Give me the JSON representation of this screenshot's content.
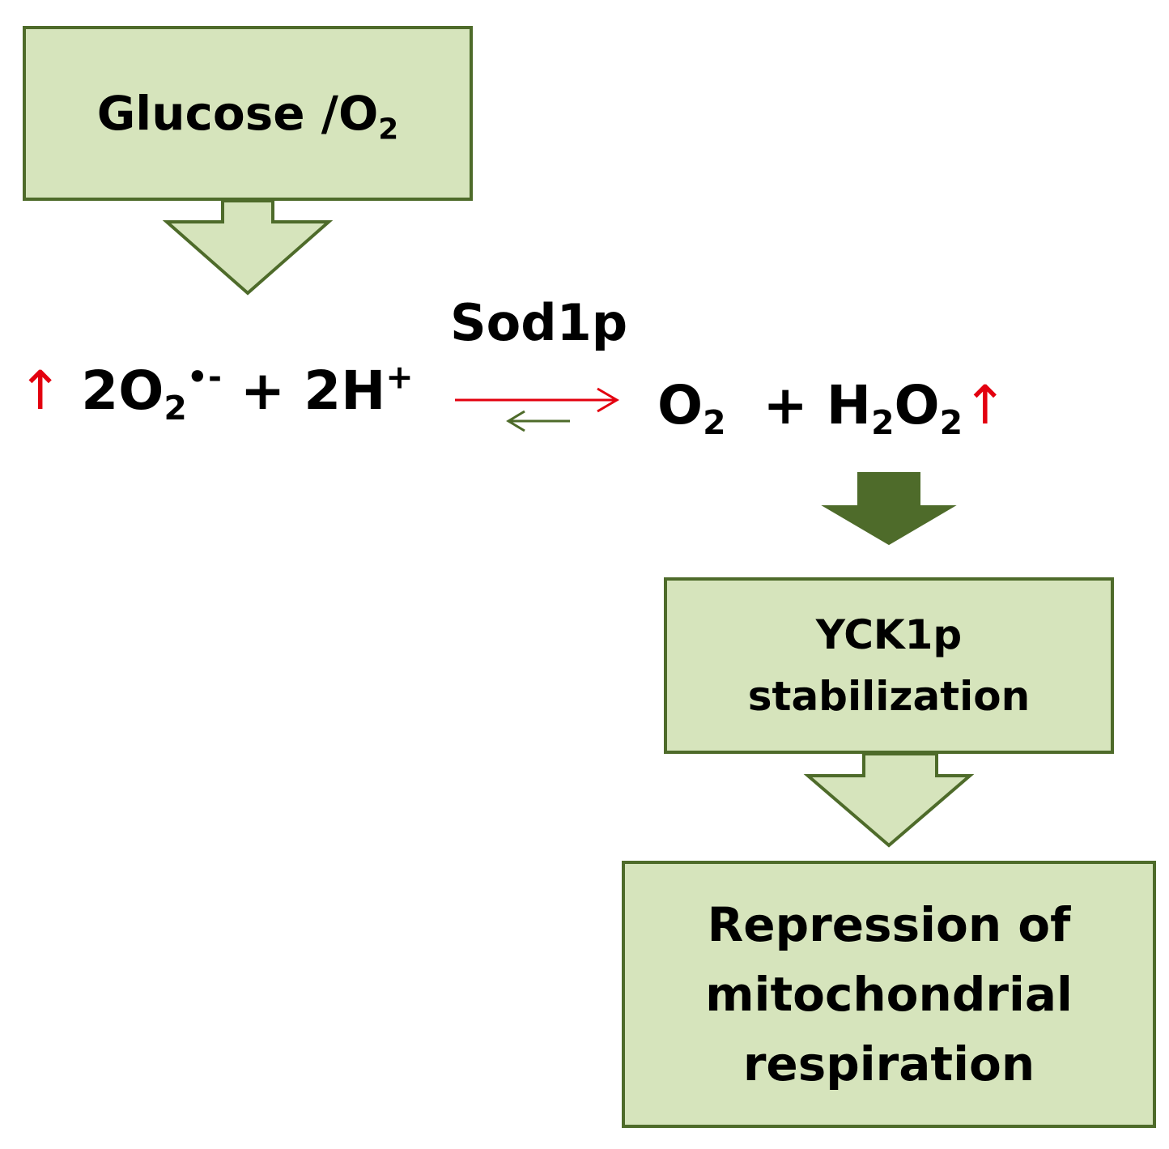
{
  "colors": {
    "box_fill": "#d6e4bc",
    "box_border": "#4e6b2a",
    "arrow_dark": "#4e6b2a",
    "forward_arrow": "#e3000f",
    "increase_marker": "#e3000f"
  },
  "icons": {
    "increase_marker": "up-arrow-icon",
    "flow_arrow": "down-arrow-icon",
    "reaction_arrows": "equilibrium-arrows-icon"
  },
  "nodes": {
    "glucose": {
      "main": "Glucose /O",
      "sub": "2"
    },
    "enzyme": "Sod1p",
    "yck1p": {
      "line1": "YCK1p",
      "line2": "stabilization"
    },
    "repression": {
      "line1": "Repression of",
      "line2": "mitochondrial",
      "line3": "respiration"
    }
  },
  "reaction": {
    "lhs": {
      "increase_marker": "↑",
      "coef_o2": "2O",
      "o2_sub": "2",
      "superoxide_sup": "•-",
      "plus": " + ",
      "h_term": "2H",
      "h_sup": "+"
    },
    "rhs": {
      "o2": "O",
      "o2_sub": "2",
      "plus": "  + H",
      "h_sub": "2",
      "o_term": "O",
      "o_sub": "2",
      "increase_marker": "↑"
    }
  }
}
